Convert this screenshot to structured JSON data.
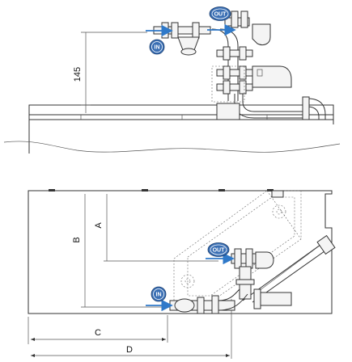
{
  "top_view": {
    "dimension_145": "145",
    "out_badge": "OUT",
    "in_badge": "IN"
  },
  "plan_view": {
    "dim_a": "A",
    "dim_b": "B",
    "dim_c": "C",
    "dim_d": "D",
    "out_badge": "OUT",
    "in_badge": "IN"
  },
  "colors": {
    "badge_bg": "#3a6fb4",
    "flow_arrow": "#2f79c9",
    "line": "#333333"
  },
  "icons": [
    "flow-arrow-icon",
    "valve-icon",
    "pipe-fitting-icon"
  ]
}
